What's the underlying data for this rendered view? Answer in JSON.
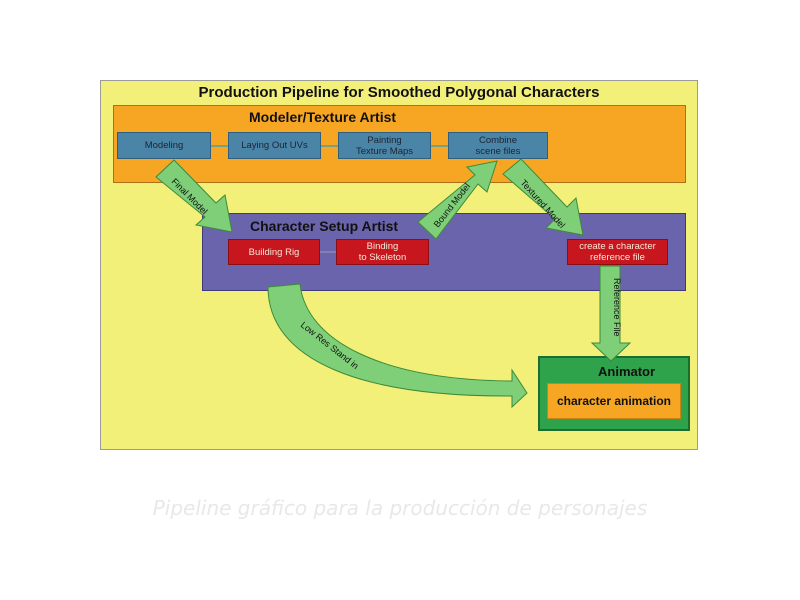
{
  "diagram": {
    "title": "Production Pipeline for Smoothed Polygonal Characters"
  },
  "lanes": {
    "modeler": {
      "title": "Modeler/Texture Artist",
      "steps": [
        "Modeling",
        "Laying Out UVs",
        "Painting\nTexture Maps",
        "Combine\nscene files"
      ]
    },
    "setup": {
      "title": "Character Setup Artist",
      "steps": [
        "Building Rig",
        "Binding\nto Skeleton",
        "create a character\nreference file"
      ]
    },
    "animator": {
      "title": "Animator",
      "task": "character animation"
    }
  },
  "arrows": {
    "final_model": "Final Model",
    "bound_model": "Bound Model",
    "textured_model": "Textured Model",
    "reference_file": "Reference File",
    "low_res": "Low Res Stand in"
  },
  "caption": "Pipeline gráfico para la producción de personajes",
  "colors": {
    "background": "#f3f07a",
    "modeler_lane": "#f6a623",
    "setup_lane": "#6a64ad",
    "animator_lane": "#2ea34b",
    "step_blue": "#4a84a7",
    "step_red": "#c8161e",
    "arrow_green": "#7fcf78"
  }
}
